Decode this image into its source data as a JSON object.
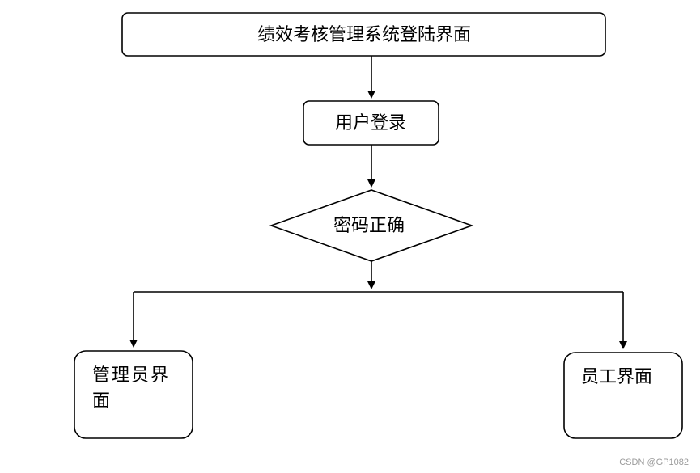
{
  "nodes": {
    "system_login": "绩效考核管理系统登陆界面",
    "user_login": "用户登录",
    "password_check": "密码正确",
    "admin_ui_line1": "管理员界",
    "admin_ui_line2": "面",
    "staff_ui": "员工界面"
  },
  "watermark": "CSDN @GP1082"
}
